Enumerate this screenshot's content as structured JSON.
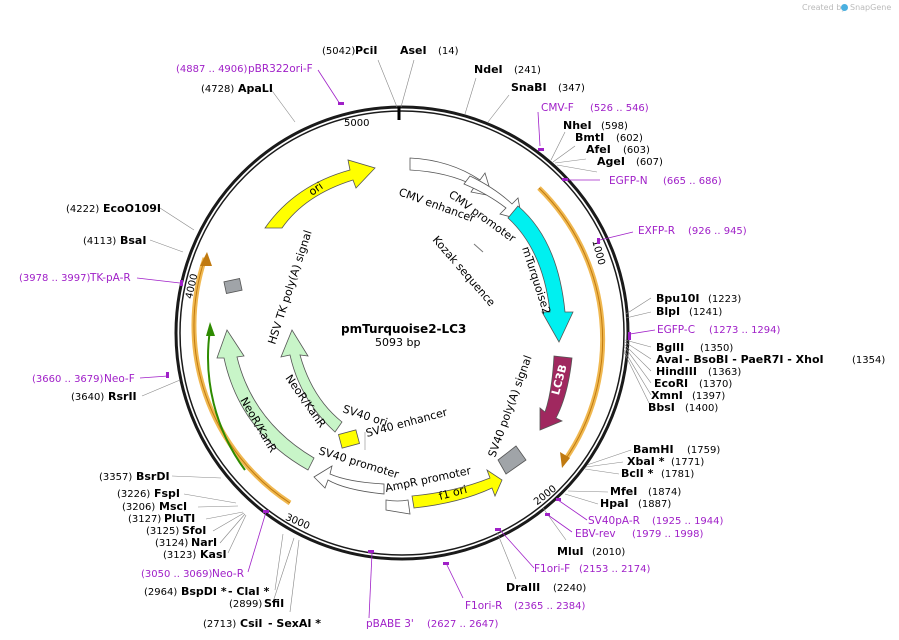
{
  "credit": {
    "prefix": "Created by",
    "brand": "SnapGene"
  },
  "plasmid": {
    "name": "pmTurquoise2-LC3",
    "size": "5093 bp"
  },
  "ticks": [
    "1000",
    "2000",
    "3000",
    "4000",
    "5000"
  ],
  "sites": [
    {
      "pos": "(5042)",
      "name": "PciI"
    },
    {
      "name": "AseI",
      "pos": "(14)"
    },
    {
      "name": "NdeI",
      "pos": "(241)"
    },
    {
      "name": "SnaBI",
      "pos": "(347)"
    },
    {
      "name": "NheI",
      "pos": "(598)"
    },
    {
      "name": "BmtI",
      "pos": "(602)"
    },
    {
      "name": "AfeI",
      "pos": "(603)"
    },
    {
      "name": "AgeI",
      "pos": "(607)"
    },
    {
      "name": "Bpu10I",
      "pos": "(1223)"
    },
    {
      "name": "BlpI",
      "pos": "(1241)"
    },
    {
      "name": "BglII",
      "pos": "(1350)"
    },
    {
      "name": "AvaI",
      "extra": "- BsoBI - PaeR7I - XhoI",
      "pos": "(1354)"
    },
    {
      "name": "HindIII",
      "pos": "(1363)"
    },
    {
      "name": "EcoRI",
      "pos": "(1370)"
    },
    {
      "name": "XmnI",
      "pos": "(1397)"
    },
    {
      "name": "BbsI",
      "pos": "(1400)"
    },
    {
      "name": "BamHI",
      "pos": "(1759)"
    },
    {
      "name": "XbaI *",
      "pos": "(1771)"
    },
    {
      "name": "BclI *",
      "pos": "(1781)"
    },
    {
      "name": "MfeI",
      "pos": "(1874)"
    },
    {
      "name": "HpaI",
      "pos": "(1887)"
    },
    {
      "name": "MluI",
      "pos": "(2010)"
    },
    {
      "name": "DraIII",
      "pos": "(2240)"
    },
    {
      "pos": "(2713)",
      "name": "CsiI",
      "extra": "- SexAI *"
    },
    {
      "pos": "(2899)",
      "name": "SfiI"
    },
    {
      "pos": "(2964)",
      "name": "BspDI *",
      "extra": "- ClaI *"
    },
    {
      "pos": "(3123)",
      "name": "KasI"
    },
    {
      "pos": "(3124)",
      "name": "NarI"
    },
    {
      "pos": "(3125)",
      "name": "SfoI"
    },
    {
      "pos": "(3127)",
      "name": "PluTI"
    },
    {
      "pos": "(3206)",
      "name": "MscI"
    },
    {
      "pos": "(3226)",
      "name": "FspI"
    },
    {
      "pos": "(3357)",
      "name": "BsrDI"
    },
    {
      "pos": "(3640)",
      "name": "RsrII"
    },
    {
      "pos": "(4113)",
      "name": "BsaI"
    },
    {
      "pos": "(4222)",
      "name": "EcoO109I"
    },
    {
      "pos": "(4728)",
      "name": "ApaLI"
    }
  ],
  "primers": [
    {
      "range": "(4887 .. 4906)",
      "name": "pBR322ori-F"
    },
    {
      "name": "CMV-F",
      "range": "(526 .. 546)"
    },
    {
      "name": "EGFP-N",
      "range": "(665 .. 686)"
    },
    {
      "name": "EXFP-R",
      "range": "(926 .. 945)"
    },
    {
      "name": "EGFP-C",
      "range": "(1273 .. 1294)"
    },
    {
      "name": "SV40pA-R",
      "range": "(1925 .. 1944)"
    },
    {
      "name": "EBV-rev",
      "range": "(1979 .. 1998)"
    },
    {
      "name": "F1ori-F",
      "range": "(2153 .. 2174)"
    },
    {
      "name": "F1ori-R",
      "range": "(2365 .. 2384)"
    },
    {
      "name": "pBABE 3'",
      "range": "(2627 .. 2647)"
    },
    {
      "range": "(3050 .. 3069)",
      "name": "Neo-R"
    },
    {
      "range": "(3660 .. 3679)",
      "name": "Neo-F"
    },
    {
      "range": "(3978 .. 3997)",
      "name": "TK-pA-R"
    }
  ],
  "features": {
    "ori": "ori",
    "cmv_enhancer": "CMV enhancer",
    "cmv_promoter": "CMV promoter",
    "kozak": "Kozak sequence",
    "mturquoise2": "mTurquoise2",
    "lc3b": "LC3B",
    "sv40_polya": "SV40 poly(A) signal",
    "f1_ori": "f1 ori",
    "ampr_promoter": "AmpR promoter",
    "sv40_promoter": "SV40 promoter",
    "sv40_enhancer": "SV40 enhancer",
    "sv40_ori": "SV40 ori",
    "neo_inner": "NeoR/KanR",
    "neo_outer": "NeoR/KanR",
    "hsv_tk": "HSV TK poly(A) signal"
  },
  "colors": {
    "backbone": "#1a1a1a",
    "primer": "#a020c8",
    "ori": "#ffff00",
    "mturquoise2": "#00f0f0",
    "lc3b": "#a0285f",
    "neo": "#c8f5c8",
    "neo_dark": "#2e8b00",
    "promoter": "#ffffff",
    "polya": "#a0a4a8",
    "orf_arc": "#f0b850"
  }
}
